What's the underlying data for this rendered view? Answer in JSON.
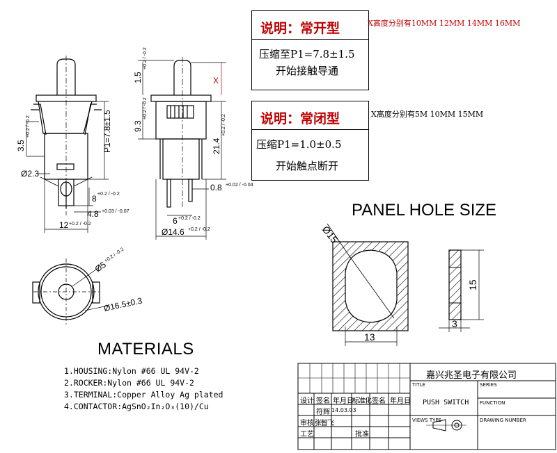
{
  "notes": {
    "open": {
      "title": "说明：常开型",
      "line1": "压缩至P1=7.8±1.5",
      "line2": "开始接触导通",
      "side": "X高度分别有10MM  12MM  14MM  16MM"
    },
    "closed": {
      "title": "说明：常闭型",
      "line1": "压缩P1=1.0±0.5",
      "line2": "开始触点断开",
      "side": "X高度分别有5M  10MM  15MM"
    }
  },
  "dims": {
    "d2_3": "Ø2.3",
    "h3_5": "3.5",
    "h3_5_tol": "+0.2 / -0.2",
    "p1": "P1=7.8±1.5",
    "d8": "8",
    "d8_tol": "+0.2 / -0.2",
    "d4_8": "4.8",
    "d4_8_tol": "+0.03 / -0.07",
    "w12": "12",
    "w12_tol": "+0.2 / -0.2",
    "h1_5": "1.5",
    "h1_5_tol": "+0.2 / -0.2",
    "x": "X",
    "h9_3": "9.3",
    "h9_3_tol": "+0.2 / -0.2",
    "h21_4": "21.4",
    "h21_4_tol": "+0.2 / -0.2",
    "d0_8": "0.8",
    "d0_8_tol": "+0.02 / -0.04",
    "d6": "6",
    "d6_tol": "+0.2 / -0.2",
    "d14_6": "Ø14.6",
    "d14_6_tol": "+0.2 / -0.2",
    "d5": "Ø5",
    "d5_tol": "+0.2 / -0.2",
    "d16_5": "Ø16.5±0.3",
    "ph_d15": "Ø15",
    "ph_13": "13",
    "ph_15": "15",
    "ph_3": "3"
  },
  "panel": {
    "title": "PANEL HOLE SIZE"
  },
  "materials": {
    "title": "MATERIALS",
    "items": [
      "1.HOUSING:Nylon #66 UL 94V-2",
      "2.ROCKER:Nylon #66 UL 94V-2",
      "3.TERMINAL:Copper Alloy Ag plated",
      "4.CONTACTOR:AgSnO₂In₂O₃(10)/Cu"
    ]
  },
  "title_block": {
    "company": "嘉兴兆圣电子有限公司",
    "title_label": "TITLE",
    "title_value": "PUSH SWITCH",
    "series_label": "SERIES",
    "function_label": "FUNCTION",
    "views_label": "VIEWS TYPE",
    "drawing_label": "DRAWING NUMBER",
    "row_headers": [
      "设计",
      "签名",
      "年月日",
      "标准化",
      "签名",
      "年月日"
    ],
    "design_person": "符辉",
    "design_date": "14.03.03",
    "review_label": "审核",
    "review_person": "张智飞",
    "process_label": "工艺",
    "approve_label": "批准"
  },
  "colors": {
    "note_red": "#c00000",
    "hatch": "#000000"
  }
}
